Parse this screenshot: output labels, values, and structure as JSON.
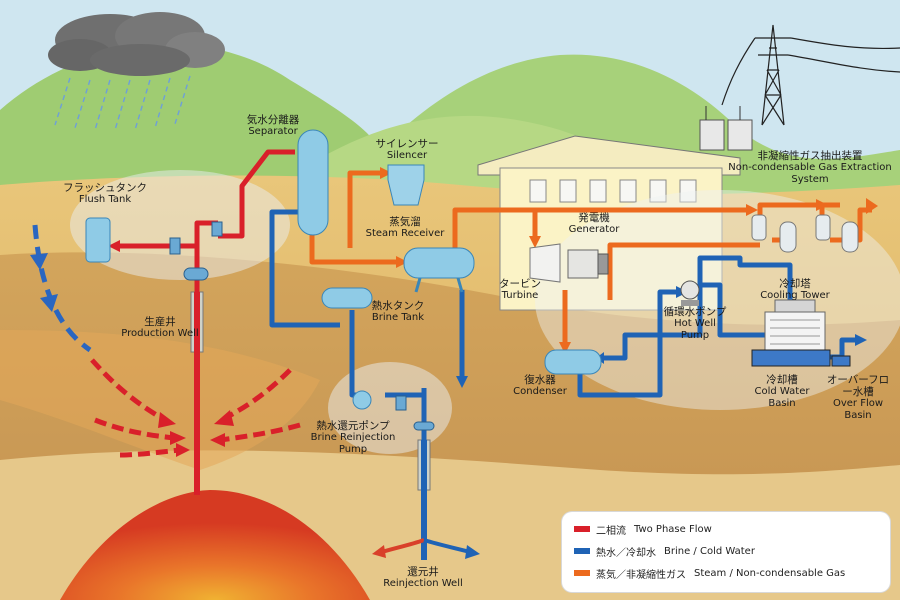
{
  "labels": {
    "flush_tank": {
      "ja": "フラッシュタンク",
      "en": "Flush Tank"
    },
    "separator": {
      "ja": "気水分離器",
      "en": "Separator"
    },
    "silencer": {
      "ja": "サイレンサー",
      "en": "Silencer"
    },
    "steam_receiver": {
      "ja": "蒸気溜",
      "en": "Steam Receiver"
    },
    "generator": {
      "ja": "発電機",
      "en": "Generator"
    },
    "turbine": {
      "ja": "タービン",
      "en": "Turbine"
    },
    "nc_gas": {
      "ja": "非凝縮性ガス抽出装置",
      "en": "Non-condensable Gas Extraction System"
    },
    "cooling_tower": {
      "ja": "冷却塔",
      "en": "Cooling Tower"
    },
    "hot_well_pump": {
      "ja": "循環水ポンプ",
      "en": "Hot Well Pump"
    },
    "brine_tank": {
      "ja": "熱水タンク",
      "en": "Brine Tank"
    },
    "production_well": {
      "ja": "生産井",
      "en": "Production Well"
    },
    "condenser": {
      "ja": "復水器",
      "en": "Condenser"
    },
    "cold_water_basin": {
      "ja": "冷却槽",
      "en": "Cold Water Basin"
    },
    "over_flow_basin": {
      "ja": "オーバーフロー水槽",
      "en": "Over Flow Basin"
    },
    "brine_reinjection_pump": {
      "ja": "熱水還元ポンプ",
      "en": "Brine Reinjection Pump"
    },
    "reinjection_well": {
      "ja": "還元井",
      "en": "Reinjection Well"
    }
  },
  "legend": [
    {
      "ja": "二相流",
      "en": "Two Phase Flow",
      "color": "#d9202a"
    },
    {
      "ja": "熱水／冷却水",
      "en": "Brine / Cold Water",
      "color": "#1f63b5"
    },
    {
      "ja": "蒸気／非凝縮性ガス",
      "en": "Steam / Non-condensable Gas",
      "color": "#ec6a1e"
    }
  ],
  "colors": {
    "two_phase": "#d9202a",
    "brine": "#1f63b5",
    "steam": "#ec6a1e",
    "equipment": "#8fcbe6",
    "sky": "#cfe6f0",
    "hills": "#9fcc72",
    "ground": "#e0b76a",
    "deep_ground": "#caa05a"
  }
}
